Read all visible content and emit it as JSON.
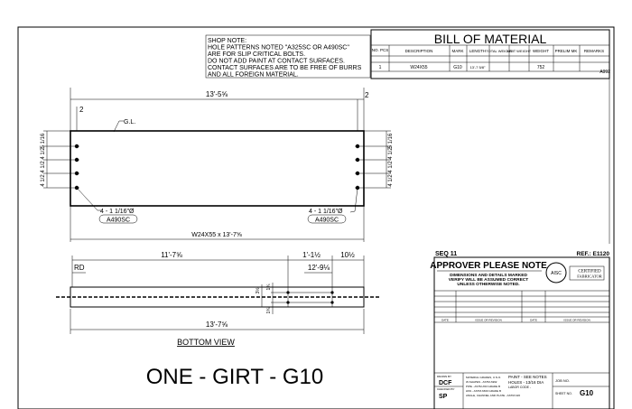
{
  "shop_note": [
    "SHOP NOTE:",
    "HOLE PATTERNS NOTED \"A325SC OR A490SC\"",
    "ARE FOR SLIP CRITICAL BOLTS.",
    "DO NOT ADD PAINT AT CONTACT SURFACES.",
    "CONTACT SURFACES ARE TO BE FREE OF BURRS",
    "AND ALL FOREIGN MATERIAL."
  ],
  "bom": {
    "title": "BILL OF MATERIAL",
    "headers": [
      "NO. PCS",
      "DESCRIPTION",
      "MARK",
      "LENGTH",
      "TOTAL WEIGHT",
      "UNIT WEIGHT",
      "WEIGHT",
      "PRELIM MK",
      "REMARKS"
    ],
    "rows": [
      [
        "1",
        "W24X55",
        "G10",
        "13'-7 5/8\"",
        "",
        "",
        "752",
        "",
        "A992"
      ]
    ]
  },
  "top_view": {
    "overall_dim": "13'-5⅝",
    "edge_left": "2",
    "edge_right": "2",
    "gl_label": "G.L.",
    "left_spacing": [
      "5 1/16",
      "4 1/2",
      "4 1/2",
      "4 1/2"
    ],
    "right_spacing": [
      "5 1/16",
      "4 1/2",
      "4 1/2",
      "4 1/2"
    ],
    "hole_note_left": "4 - 1 1/16\"Ø",
    "hole_note_right": "4 - 1 1/16\"Ø",
    "bolt_left": "A490SC",
    "bolt_right": "A490SC",
    "member_length": "W24X55 x 13'-7⅝"
  },
  "bottom_view": {
    "dim_a": "11'-7⅝",
    "dim_b": "1'-1½",
    "dim_c": "10½",
    "dim_d": "12'-9⅛",
    "rd": "RD",
    "small_1": "3½",
    "small_2": "1¾",
    "small_3": "1¾",
    "overall": "13'-7⅝",
    "label": "BOTTOM VIEW"
  },
  "main_title": "ONE - GIRT - G10",
  "approval": {
    "seq": "SEQ 11",
    "ref": "REF.: E1120",
    "title": "APPROVER PLEASE NOTE",
    "text": [
      "DIMENSIONS AND DETAILS MARKED",
      "VERIFY WILL BE ASSUMED CORRECT",
      "UNLESS OTHERWISE  NOTED."
    ],
    "logo": "AISC",
    "cert": [
      "CERTIFIED",
      "FABRICATOR"
    ],
    "rev_headers": [
      "DATE",
      "ISSUE OR REVISION",
      "DATE",
      "ISSUE OR REVISION"
    ]
  },
  "title_block": {
    "drawn_by_label": "DRAWN BY",
    "drawn_by": "DCF",
    "checked_by_label": "CHECKED BY",
    "checked_by": "SP",
    "materials": [
      "MATERIAL GRADES, U.N.O.",
      "W-SHAPES - ASTM A992",
      "PIPE - ASTM A53 GRADE B",
      "HSS - ASTM A500 GRADE B",
      "ANGLE, CHANNEL AND PLATE - ASTM A36"
    ],
    "paint": "PAINT -  SEE NOTES",
    "holes": "HOLES -  13/16 DIA",
    "labor": "LABOR CODE -",
    "job_no_label": "JOB NO.",
    "sheet_label": "SHEET NO.",
    "sheet": "G10"
  }
}
